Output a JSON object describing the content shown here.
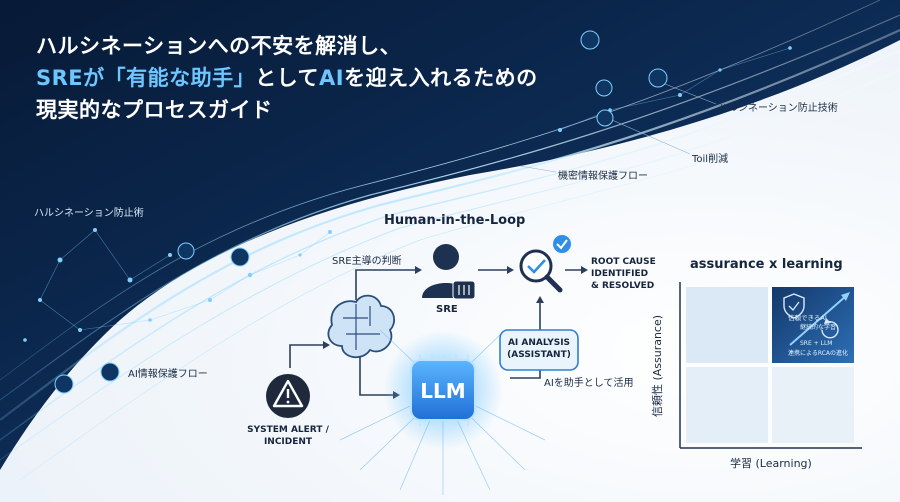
{
  "title": {
    "line1": "ハルシネーションへの不安を解消し、",
    "line2_a": "SREが",
    "line2_b": "「有能な助手」",
    "line2_c": "として",
    "line2_d": "AI",
    "line2_e": "を迎え入れるための",
    "line3": "現実的なプロセスガイド"
  },
  "right_labels": {
    "hallucination": "ハルシネーション防止技術",
    "toil": "Toil削減",
    "secret": "機密情報保護フロー"
  },
  "left_labels": {
    "hallucination": "ハルシネーション防止術",
    "ai_protect": "AI情報保護フロー"
  },
  "flow": {
    "heading": "Human-in-the-Loop",
    "sre_lead": "SRE主導の判断",
    "sre": "SRE",
    "root_cause": [
      "ROOT CAUSE",
      "IDENTIFIED",
      "& RESOLVED"
    ],
    "ai_analysis": [
      "AI ANALYSIS",
      "(ASSISTANT)"
    ],
    "llm": "LLM",
    "use_ai": "AIを助手として活用",
    "alert": [
      "SYSTEM ALERT /",
      "INCIDENT"
    ]
  },
  "matrix": {
    "title": "assurance x learning",
    "ylabel": "信頼性 (Assurance)",
    "xlabel": "学習 (Learning)",
    "q_trust": "信頼できるAI",
    "q_continuous": "継続的な学習",
    "q_sre_llm": "SRE + LLM",
    "q_rca": "連携によるRCAの進化"
  },
  "colors": {
    "navy": "#0c2547",
    "accent": "#3da9f5",
    "highlight": "#6fc6ff",
    "llm_blue": "#2f8fe8",
    "dark_text": "#15253d"
  },
  "icons": [
    "warning-icon",
    "brain-icon",
    "llm-chip-icon",
    "person-icon",
    "magnifier-check-icon",
    "check-badge-icon",
    "shield-icon",
    "sync-icon"
  ]
}
